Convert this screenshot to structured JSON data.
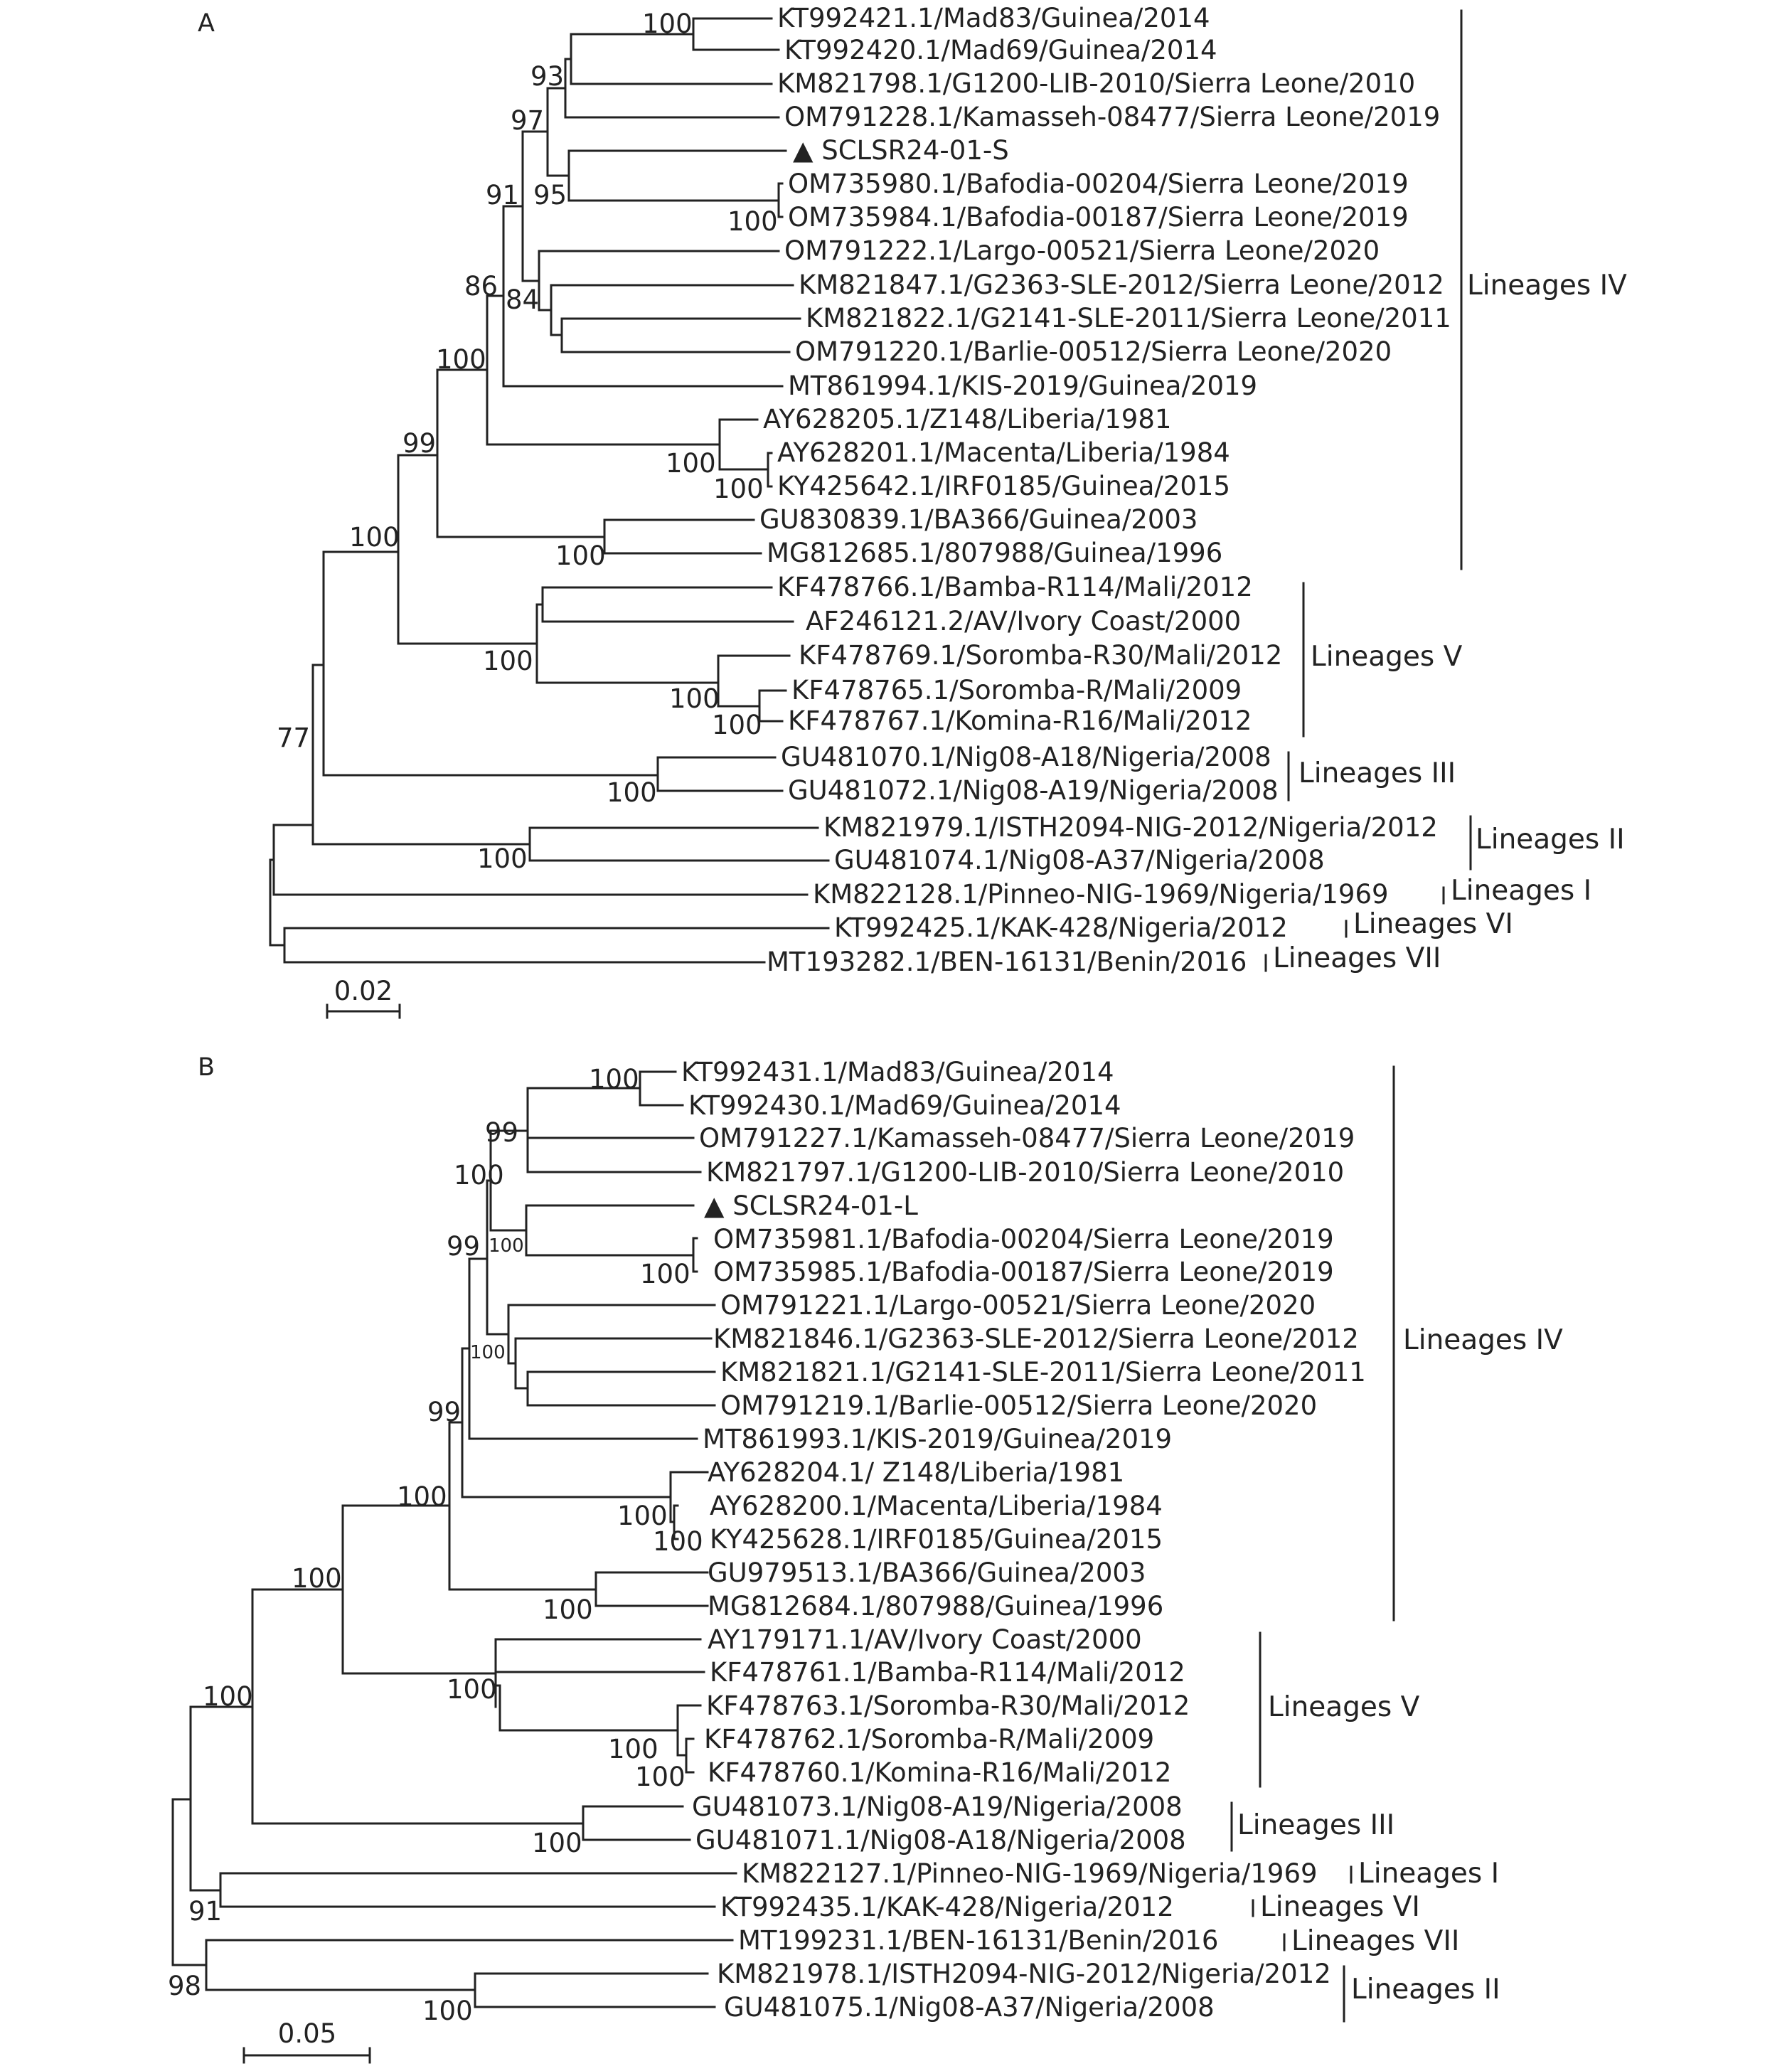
{
  "figure": {
    "panels": [
      {
        "label": "A",
        "scale": "0.02",
        "taxa": [
          "KT992421.1/Mad83/Guinea/2014",
          "KT992420.1/Mad69/Guinea/2014",
          "KM821798.1/G1200-LIB-2010/Sierra Leone/2010",
          "OM791228.1/Kamasseh-08477/Sierra Leone/2019",
          "▲ SCLSR24-01-S",
          "OM735980.1/Bafodia-00204/Sierra Leone/2019",
          "OM735984.1/Bafodia-00187/Sierra Leone/2019",
          "OM791222.1/Largo-00521/Sierra Leone/2020",
          "KM821847.1/G2363-SLE-2012/Sierra Leone/2012",
          "KM821822.1/G2141-SLE-2011/Sierra Leone/2011",
          "OM791220.1/Barlie-00512/Sierra Leone/2020",
          "MT861994.1/KIS-2019/Guinea/2019",
          "AY628205.1/Z148/Liberia/1981",
          "AY628201.1/Macenta/Liberia/1984",
          "KY425642.1/IRF0185/Guinea/2015",
          "GU830839.1/BA366/Guinea/2003",
          "MG812685.1/807988/Guinea/1996",
          "KF478766.1/Bamba-R114/Mali/2012",
          "AF246121.2/AV/Ivory Coast/2000",
          "KF478769.1/Soromba-R30/Mali/2012",
          "KF478765.1/Soromba-R/Mali/2009",
          "KF478767.1/Komina-R16/Mali/2012",
          "GU481070.1/Nig08-A18/Nigeria/2008",
          "GU481072.1/Nig08-A19/Nigeria/2008",
          "KM821979.1/ISTH2094-NIG-2012/Nigeria/2012",
          "GU481074.1/Nig08-A37/Nigeria/2008",
          "KM822128.1/Pinneo-NIG-1969/Nigeria/1969",
          "KT992425.1/KAK-428/Nigeria/2012",
          "MT193282.1/BEN-16131/Benin/2016"
        ],
        "bootstrap": [
          "100",
          "93",
          "97",
          "95",
          "100",
          "91",
          "84",
          "86",
          "100",
          "99",
          "100",
          "100",
          "100",
          "100",
          "100",
          "100",
          "100",
          "100",
          "77",
          "100"
        ],
        "lineages": [
          "Lineages IV",
          "Lineages V",
          "Lineages III",
          "Lineages II",
          "Lineages I",
          "Lineages VI",
          "Lineages VII"
        ]
      },
      {
        "label": "B",
        "scale": "0.05",
        "taxa": [
          "KT992431.1/Mad83/Guinea/2014",
          "KT992430.1/Mad69/Guinea/2014",
          "OM791227.1/Kamasseh-08477/Sierra Leone/2019",
          "KM821797.1/G1200-LIB-2010/Sierra Leone/2010",
          "▲ SCLSR24-01-L",
          "OM735981.1/Bafodia-00204/Sierra Leone/2019",
          "OM735985.1/Bafodia-00187/Sierra Leone/2019",
          "OM791221.1/Largo-00521/Sierra Leone/2020",
          "KM821846.1/G2363-SLE-2012/Sierra Leone/2012",
          "KM821821.1/G2141-SLE-2011/Sierra Leone/2011",
          "OM791219.1/Barlie-00512/Sierra Leone/2020",
          "MT861993.1/KIS-2019/Guinea/2019",
          "AY628204.1/ Z148/Liberia/1981",
          "AY628200.1/Macenta/Liberia/1984",
          "KY425628.1/IRF0185/Guinea/2015",
          "GU979513.1/BA366/Guinea/2003",
          "MG812684.1/807988/Guinea/1996",
          "AY179171.1/AV/Ivory Coast/2000",
          "KF478761.1/Bamba-R114/Mali/2012",
          "KF478763.1/Soromba-R30/Mali/2012",
          "KF478762.1/Soromba-R/Mali/2009",
          "KF478760.1/Komina-R16/Mali/2012",
          "GU481073.1/Nig08-A19/Nigeria/2008",
          "GU481071.1/Nig08-A18/Nigeria/2008",
          "KM822127.1/Pinneo-NIG-1969/Nigeria/1969",
          "KT992435.1/KAK-428/Nigeria/2012",
          "MT199231.1/BEN-16131/Benin/2016",
          "KM821978.1/ISTH2094-NIG-2012/Nigeria/2012",
          "GU481075.1/Nig08-A37/Nigeria/2008"
        ],
        "bootstrap": [
          "100",
          "99",
          "100",
          "100",
          "100",
          "99",
          "100",
          "99",
          "100",
          "100",
          "100",
          "100",
          "100",
          "100",
          "100",
          "100",
          "100",
          "100",
          "91",
          "100",
          "98"
        ],
        "lineages": [
          "Lineages IV",
          "Lineages V",
          "Lineages III",
          "Lineages I",
          "Lineages VI",
          "Lineages VII",
          "Lineages II"
        ]
      }
    ]
  }
}
